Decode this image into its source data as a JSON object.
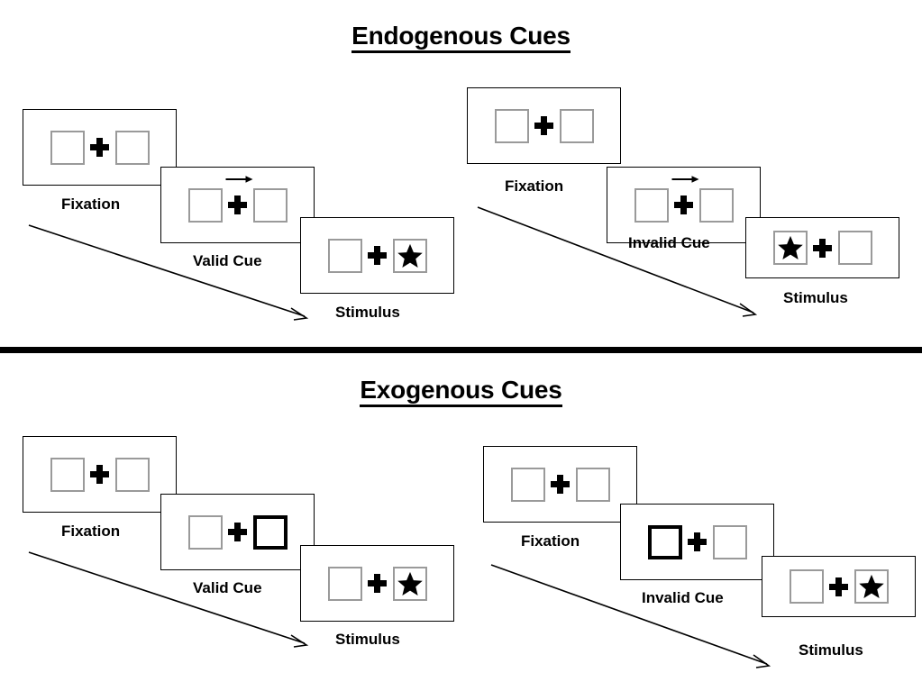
{
  "sections": [
    {
      "id": "endogenous",
      "title": "Endogenous Cues",
      "cue_type": "arrow",
      "columns": [
        {
          "id": "endogenous-valid",
          "condition_label": "Valid Cue",
          "panels": [
            {
              "id": "endo-valid-fixation",
              "caption": "Fixation",
              "left_box": "empty",
              "right_box": "empty",
              "cue": "none"
            },
            {
              "id": "endo-valid-cue",
              "caption": "Valid Cue",
              "left_box": "empty",
              "right_box": "empty",
              "cue": "arrow-right"
            },
            {
              "id": "endo-valid-stimulus",
              "caption": "Stimulus",
              "left_box": "empty",
              "right_box": "star",
              "cue": "none"
            }
          ]
        },
        {
          "id": "endogenous-invalid",
          "condition_label": "Invalid Cue",
          "panels": [
            {
              "id": "endo-invalid-fixation",
              "caption": "Fixation",
              "left_box": "empty",
              "right_box": "empty",
              "cue": "none"
            },
            {
              "id": "endo-invalid-cue",
              "caption": "Invalid Cue",
              "left_box": "empty",
              "right_box": "empty",
              "cue": "arrow-right"
            },
            {
              "id": "endo-invalid-stimulus",
              "caption": "Stimulus",
              "left_box": "star",
              "right_box": "empty",
              "cue": "none"
            }
          ]
        }
      ]
    },
    {
      "id": "exogenous",
      "title": "Exogenous Cues",
      "cue_type": "box-flash",
      "columns": [
        {
          "id": "exogenous-valid",
          "condition_label": "Valid Cue",
          "panels": [
            {
              "id": "exo-valid-fixation",
              "caption": "Fixation",
              "left_box": "empty",
              "right_box": "empty",
              "cue": "none"
            },
            {
              "id": "exo-valid-cue",
              "caption": "Valid Cue",
              "left_box": "empty",
              "right_box": "cued",
              "cue": "none"
            },
            {
              "id": "exo-valid-stimulus",
              "caption": "Stimulus",
              "left_box": "empty",
              "right_box": "star",
              "cue": "none"
            }
          ]
        },
        {
          "id": "exogenous-invalid",
          "condition_label": "Invalid Cue",
          "panels": [
            {
              "id": "exo-invalid-fixation",
              "caption": "Fixation",
              "left_box": "empty",
              "right_box": "empty",
              "cue": "none"
            },
            {
              "id": "exo-invalid-cue",
              "caption": "Invalid Cue",
              "left_box": "cued",
              "right_box": "empty",
              "cue": "none"
            },
            {
              "id": "exo-invalid-stimulus",
              "caption": "Stimulus",
              "left_box": "empty",
              "right_box": "star",
              "cue": "none"
            }
          ]
        }
      ]
    }
  ],
  "captions": {
    "fixation": "Fixation",
    "valid_cue": "Valid Cue",
    "invalid_cue": "Invalid Cue",
    "stimulus": "Stimulus"
  },
  "colors": {
    "panel_border": "#000000",
    "box_border": "#9a9a9a",
    "cued_box_border": "#000000",
    "stimulus_fill": "#000000",
    "divider": "#000000",
    "background": "#ffffff"
  }
}
